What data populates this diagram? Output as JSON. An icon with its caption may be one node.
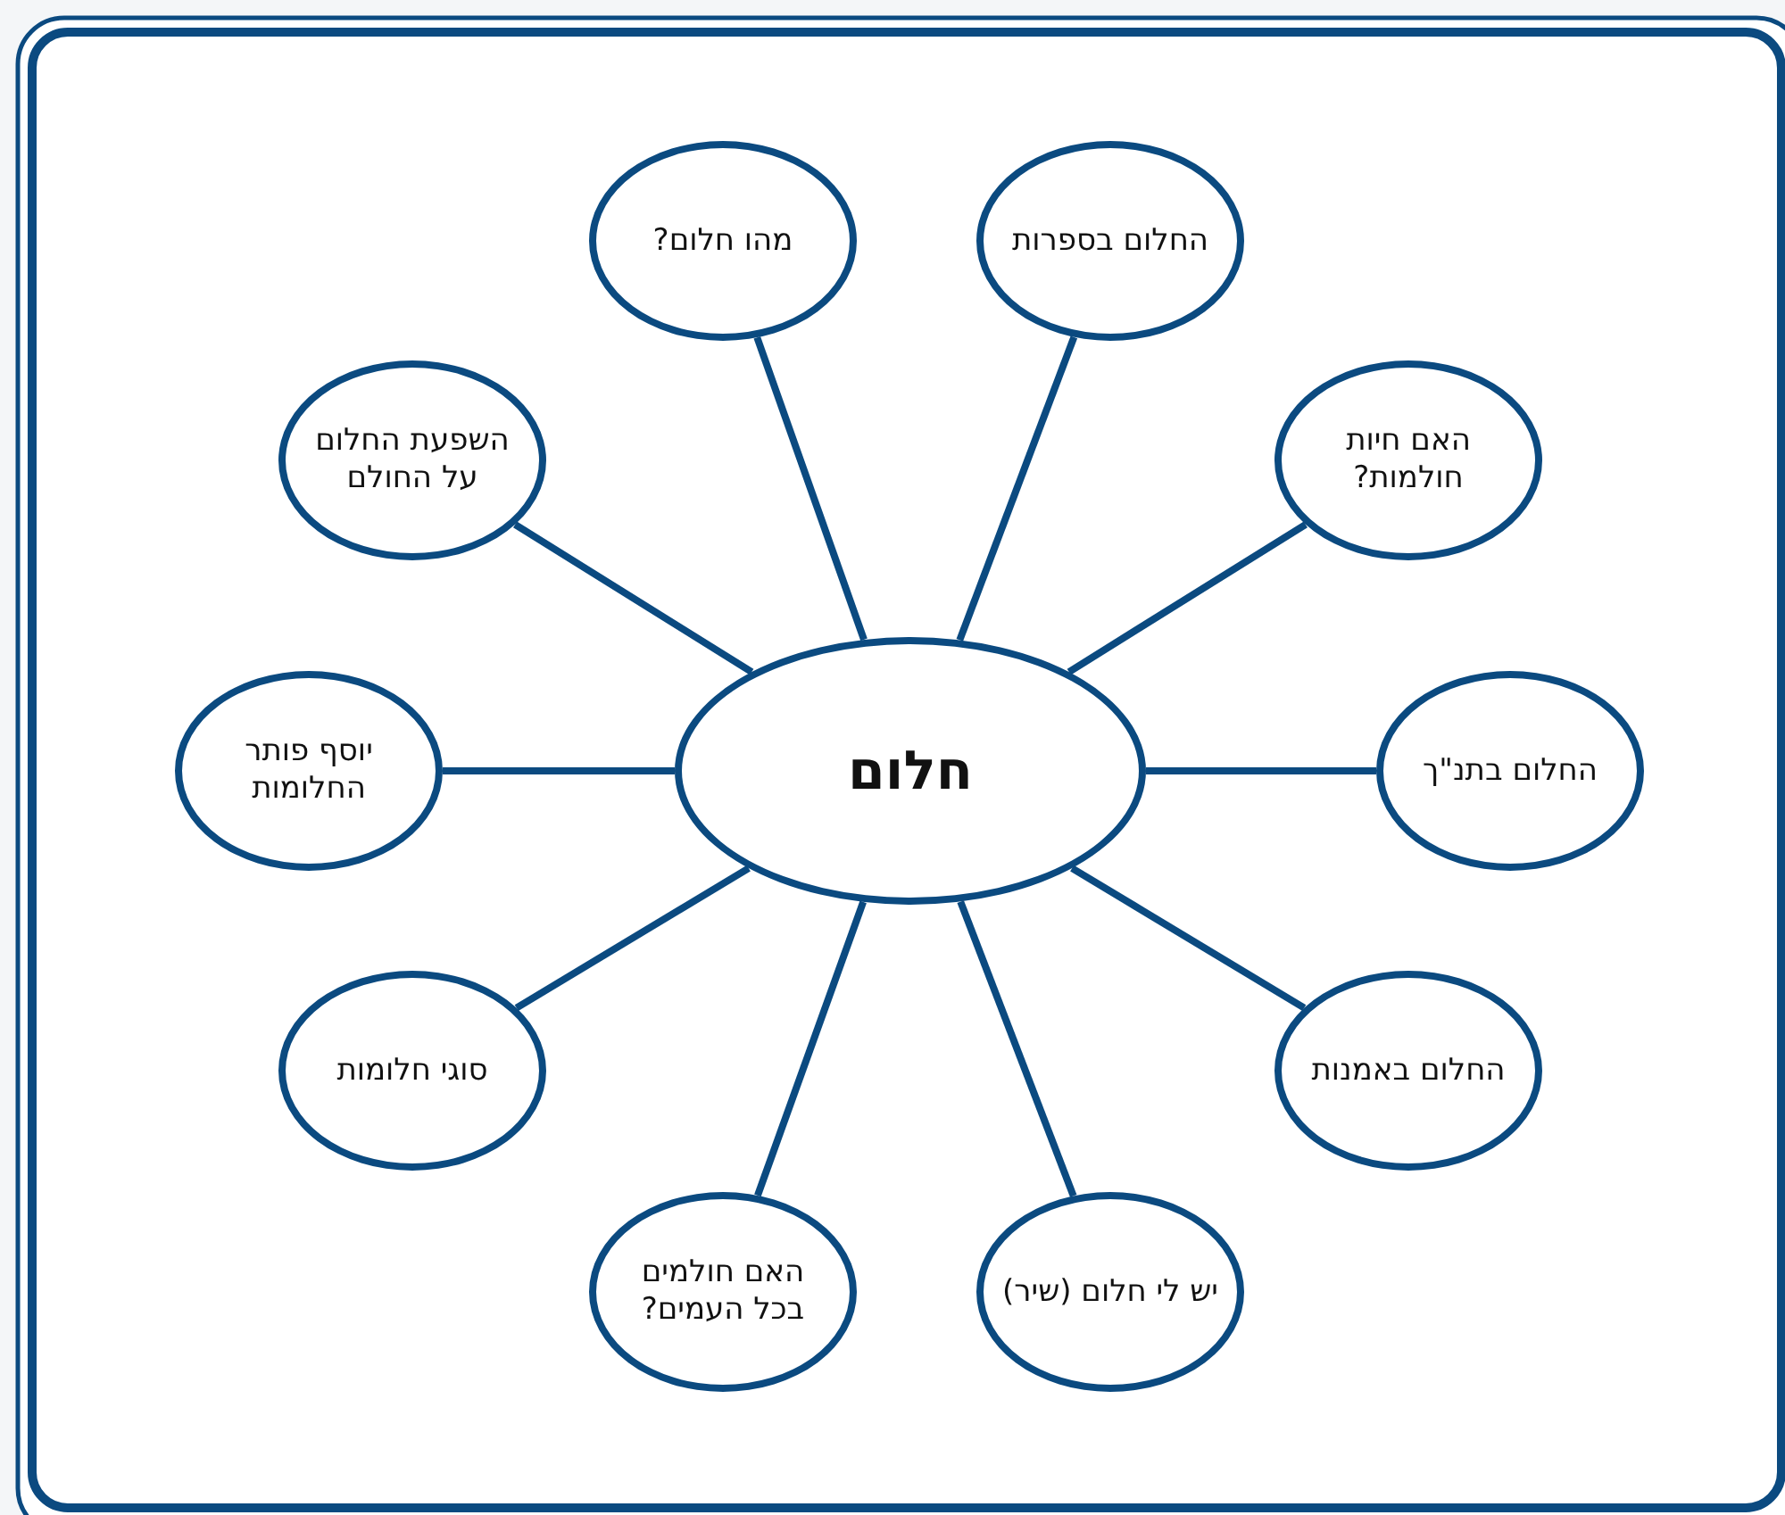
{
  "diagram": {
    "nodes": [
      {
        "text": [
          "חלום"
        ]
      },
      {
        "text": [
          "מהו חלום?"
        ]
      },
      {
        "text": [
          "החלום בספרות"
        ]
      },
      {
        "text": [
          "השפעת החלום על החולם"
        ]
      },
      {
        "text": [
          "האם חיות חולמות?"
        ]
      },
      {
        "text": [
          "יוסף פותר החלומות"
        ]
      },
      {
        "text": [
          "החלום בתנ\"ך"
        ]
      },
      {
        "text": [
          "סוגי חלומות"
        ]
      },
      {
        "text": [
          "החלום באמנות"
        ]
      },
      {
        "text": [
          "האם חולמים בכל העמים?"
        ]
      },
      {
        "text": [
          "יש לי חלום (שיר)"
        ]
      }
    ],
    "edges": [
      {
        "from": 0,
        "to": 1,
        "arrow": "none"
      },
      {
        "from": 0,
        "to": 2,
        "arrow": "none"
      },
      {
        "from": 0,
        "to": 3,
        "arrow": "none"
      },
      {
        "from": 0,
        "to": 4,
        "arrow": "none"
      },
      {
        "from": 0,
        "to": 5,
        "arrow": "none"
      },
      {
        "from": 0,
        "to": 6,
        "arrow": "none"
      },
      {
        "from": 0,
        "to": 7,
        "arrow": "none"
      },
      {
        "from": 0,
        "to": 8,
        "arrow": "none"
      },
      {
        "from": 0,
        "to": 9,
        "arrow": "none"
      },
      {
        "from": 0,
        "to": 10,
        "arrow": "none"
      }
    ]
  }
}
